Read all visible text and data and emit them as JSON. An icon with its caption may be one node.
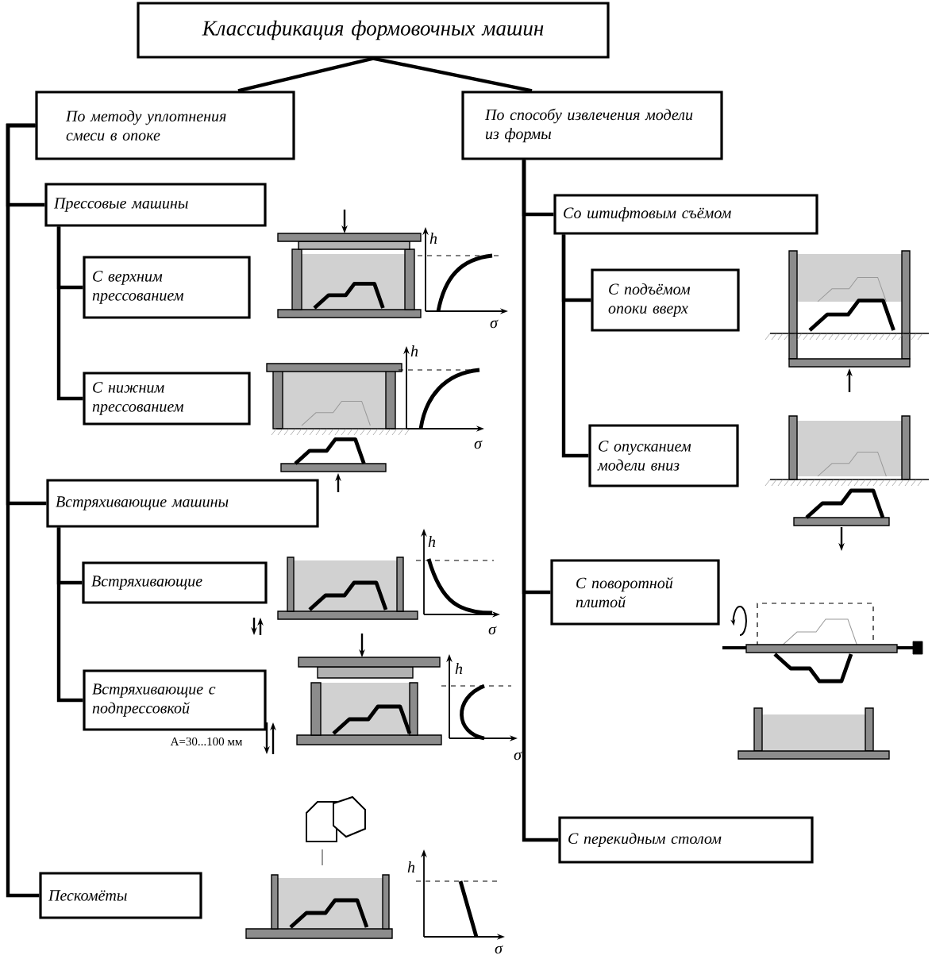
{
  "diagram": {
    "nodes": [
      {
        "text": [
          "Классификация формовочных машин"
        ]
      },
      {
        "text": [
          "По методу уплотнения смеси в опоке"
        ]
      },
      {
        "text": [
          "По способу извлечения модели из формы"
        ]
      },
      {
        "text": [
          "Прессовые машины"
        ]
      },
      {
        "text": [
          "С верхним прессованием"
        ]
      },
      {
        "text": [
          "С нижним прессованием"
        ]
      },
      {
        "text": [
          "Встряхивающие машины"
        ]
      },
      {
        "text": [
          "Встряхивающие"
        ]
      },
      {
        "text": [
          "Встряхивающие с подпрессовкой"
        ]
      },
      {
        "text": [
          "Пескомёты"
        ]
      },
      {
        "text": [
          "Со штифтовым съёмом"
        ]
      },
      {
        "text": [
          "С подъёмом опоки вверх"
        ]
      },
      {
        "text": [
          "С опусканием модели вниз"
        ]
      },
      {
        "text": [
          "С поворотной плитой"
        ]
      },
      {
        "text": [
          "С перекидным столом"
        ]
      }
    ],
    "edges": [
      {
        "from": 0,
        "to": 1,
        "arrow": "none"
      },
      {
        "from": 0,
        "to": 2,
        "arrow": "none"
      },
      {
        "from": 1,
        "to": 3,
        "arrow": "none"
      },
      {
        "from": 3,
        "to": 4,
        "arrow": "none"
      },
      {
        "from": 3,
        "to": 5,
        "arrow": "none"
      },
      {
        "from": 1,
        "to": 6,
        "arrow": "none"
      },
      {
        "from": 6,
        "to": 7,
        "arrow": "none"
      },
      {
        "from": 6,
        "to": 8,
        "arrow": "none"
      },
      {
        "from": 1,
        "to": 9,
        "arrow": "none"
      },
      {
        "from": 2,
        "to": 10,
        "arrow": "none"
      },
      {
        "from": 10,
        "to": 11,
        "arrow": "none"
      },
      {
        "from": 10,
        "to": 12,
        "arrow": "none"
      },
      {
        "from": 2,
        "to": 13,
        "arrow": "none"
      },
      {
        "from": 2,
        "to": 14,
        "arrow": "none"
      }
    ],
    "labels": [
      "h",
      "σ",
      "h",
      "σ",
      "h",
      "σ",
      "h",
      "A=30...100 мм",
      "σ",
      "h",
      "σ"
    ]
  }
}
